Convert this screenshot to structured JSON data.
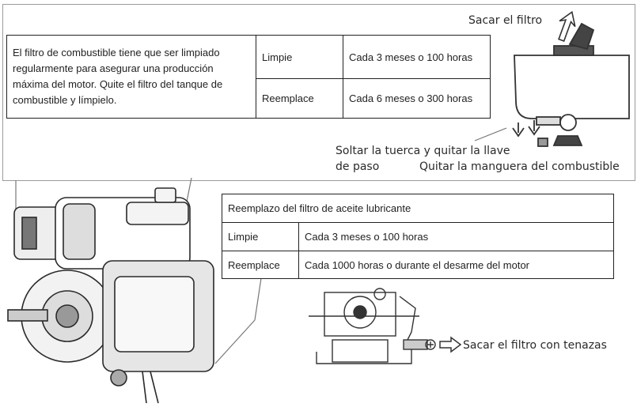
{
  "fuel_filter_table": {
    "description": "El filtro de combustible tiene que ser limpiado regularmente para asegurar una producción máxima del motor.  Quite el filtro del tanque de combustible y límpielo.",
    "rows": [
      {
        "action": "Limpie",
        "interval": "Cada 3 meses o 100 horas"
      },
      {
        "action": "Reemplace",
        "interval": "Cada 6 meses o 300 horas"
      }
    ]
  },
  "oil_filter_table": {
    "title": "Reemplazo del filtro de aceite lubricante",
    "rows": [
      {
        "action": "Limpie",
        "interval": "Cada 3 meses o 100 horas"
      },
      {
        "action": "Reemplace",
        "interval": "Cada 1000 horas o durante el desarme del motor"
      }
    ]
  },
  "captions": {
    "remove_filter": "Sacar el filtro",
    "loosen_nut_1": "Soltar la tuerca y quitar la llave",
    "loosen_nut_2": "de paso",
    "remove_hose": "Quitar la manguera del combustible",
    "pliers": "Sacar el filtro con tenazas"
  }
}
